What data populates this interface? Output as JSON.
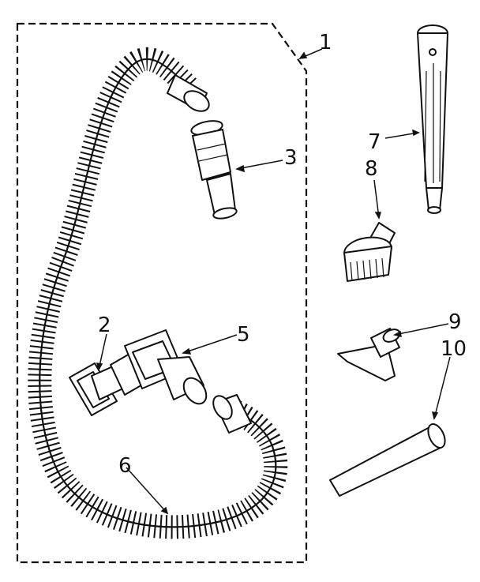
{
  "part_labels": {
    "hose_kit": "1",
    "adapter": "2",
    "hose_end_connector": "3",
    "swivel_handle": "5",
    "flexible_hose": "6",
    "extension_wand": "7",
    "dusting_brush": "8",
    "upholstery_nozzle": "9",
    "crevice_tool": "10"
  },
  "colors": {
    "ink": "#111111",
    "paper": "#ffffff"
  }
}
